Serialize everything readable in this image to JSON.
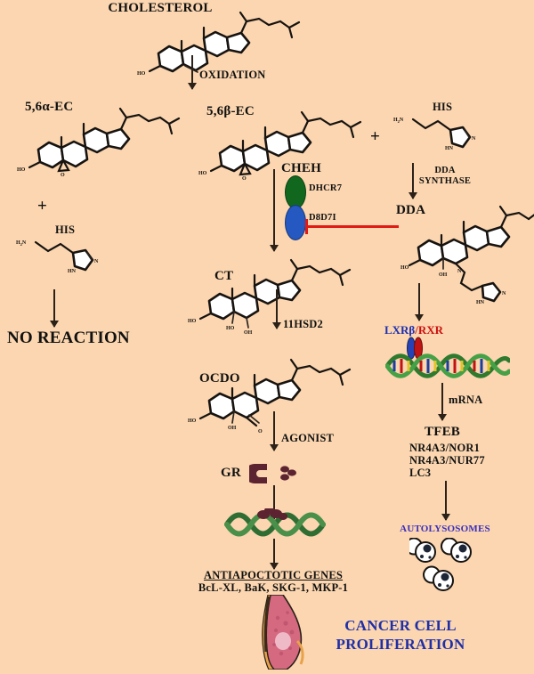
{
  "figure": {
    "background_color": "#FBD6B0",
    "title_text": "CHOLESTEROL"
  },
  "labels": {
    "cholesterol": "CHOLESTEROL",
    "oxidation": "OXIDATION",
    "alpha_ec": "5,6α-EC",
    "beta_ec": "5,6β-EC",
    "plus_left": "+",
    "plus_right": "+",
    "his_left": "HIS",
    "his_right": "HIS",
    "no_reaction": "NO REACTION",
    "cheh": "CHEH",
    "dhcr7": "DHCR7",
    "d8d7i": "D8D7I",
    "dda_synthase_line1": "DDA",
    "dda_synthase_line2": "SYNTHASE",
    "dda": "DDA",
    "ct": "CT",
    "hsd2": "11HSD2",
    "ocdo": "OCDO",
    "agonist": "AGONIST",
    "gr": "GR",
    "lxr": "LXRβ",
    "lxr_slash": "/",
    "rxr": "RXR",
    "mrna": "mRNA",
    "tfeb": "TFEB",
    "nr4a3_nor1": "NR4A3/NOR1",
    "nr4a3_nur77": "NR4A3/NUR77",
    "lc3": "LC3",
    "autolysosomes": "AUTOLYSOSOMES",
    "antiapoptotic_genes": "ANTIAPOCTOTIC GENES",
    "gene_list": "BcL-XL, BaK, SKG-1, MKP-1",
    "cancer_line1": "CANCER CELL",
    "cancer_line2": "PROLIFERATION"
  },
  "colors": {
    "background": "#FBD6B0",
    "inhibition_arrow": "#E01B16",
    "dhcr7_blob": "#12671F",
    "d8d7i_blob": "#2558C0",
    "lxr_text": "#1C2FB0",
    "rxr_text": "#CC1111",
    "autolysosomes_text": "#3B2FBE",
    "cancer_text": "#1F2FA8",
    "arrow": "#2B2118",
    "dna_green": "#3C8C3C",
    "gr_maroon": "#5C2330"
  },
  "icons": {
    "dhcr7": "green-ellipse-enzyme-icon",
    "d8d7i": "blue-ellipse-enzyme-icon",
    "lxr_rxr_dimer": "receptor-dimer-icon",
    "dna_helix": "dna-double-helix-icon",
    "gr_receptor": "glucocorticoid-receptor-icon",
    "autolysosome": "autolysosome-vesicle-icon",
    "breast_tumor": "breast-tumor-illustration",
    "cholesterol_structure": "cholesterol-skeletal-structure",
    "alpha_ec_structure": "5-6-alpha-epoxycholesterol-structure",
    "beta_ec_structure": "5-6-beta-epoxycholesterol-structure",
    "his_structure": "histamine-skeletal-structure",
    "dda_structure": "dendrogenin-a-structure",
    "ct_structure": "cholestane-triol-structure",
    "ocdo_structure": "oncosterone-structure"
  },
  "pathway": {
    "steps": [
      {
        "from": "CHOLESTEROL",
        "to": "5,6α-EC / 5,6β-EC",
        "via": "OXIDATION"
      },
      {
        "from": "5,6α-EC + HIS",
        "to": "NO REACTION",
        "via": ""
      },
      {
        "from": "5,6β-EC + HIS",
        "to": "DDA",
        "via": "DDA SYNTHASE"
      },
      {
        "from": "5,6β-EC",
        "to": "CT",
        "via": "CHEH (DHCR7 / D8D7I)"
      },
      {
        "from": "CT",
        "to": "OCDO",
        "via": "11HSD2"
      },
      {
        "from": "OCDO",
        "to": "GR",
        "via": "AGONIST"
      },
      {
        "from": "GR",
        "to": "ANTIAPOCTOTIC GENES",
        "via": "DNA binding"
      },
      {
        "from": "DDA",
        "to": "LXRβ/RXR",
        "via": ""
      },
      {
        "from": "LXRβ/RXR",
        "to": "TFEB",
        "via": "mRNA"
      },
      {
        "from": "TFEB",
        "to": "AUTOLYSOSOMES",
        "via": ""
      },
      {
        "from": "ANTIAPOCTOTIC GENES",
        "to": "CANCER CELL PROLIFERATION",
        "via": ""
      }
    ],
    "inhibition": {
      "source": "DDA",
      "target": "D8D7I",
      "color": "#E01B16"
    }
  }
}
